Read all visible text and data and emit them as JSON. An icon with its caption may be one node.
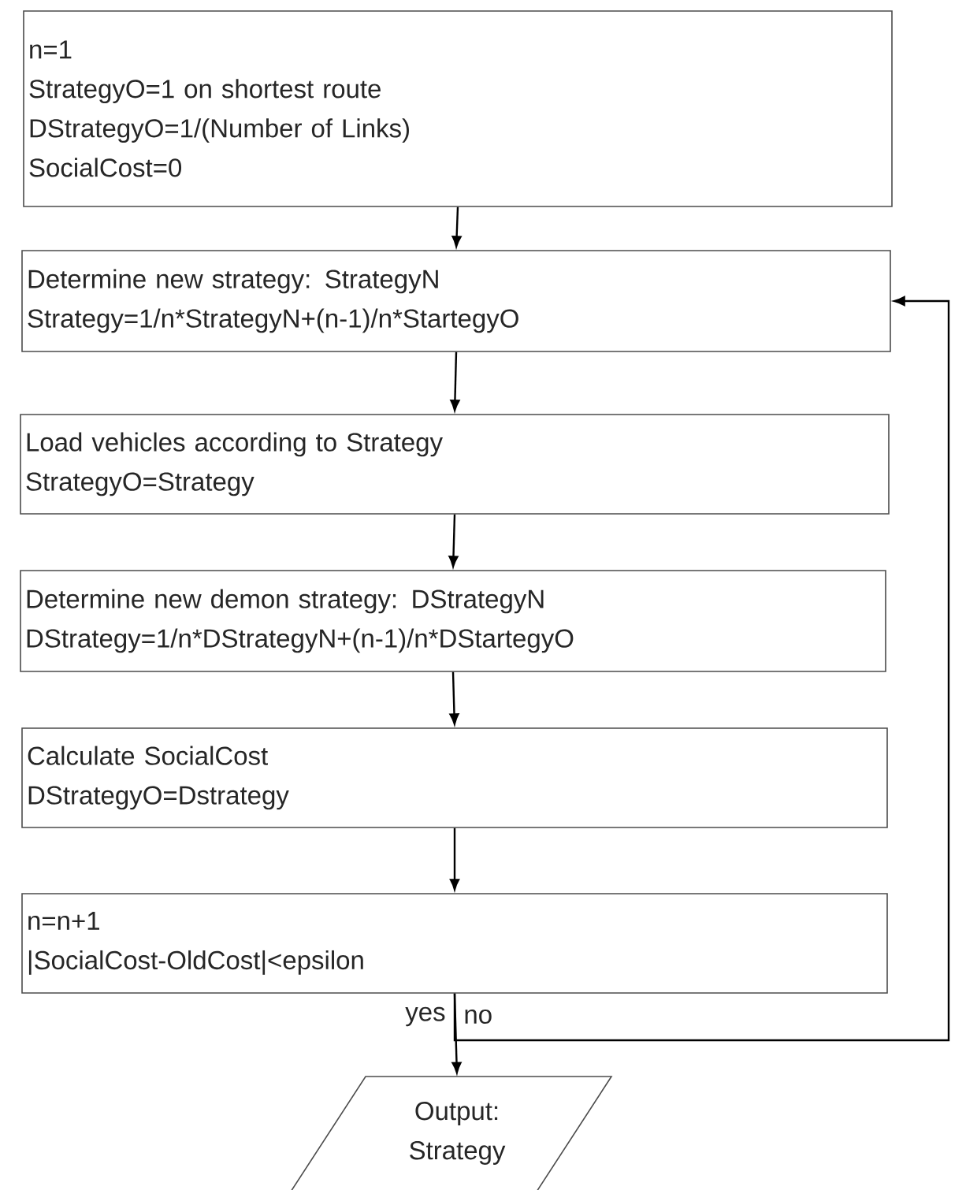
{
  "diagram": {
    "nodes": [
      {
        "text": [
          "n=1",
          "StrategyO=1 on shortest route",
          "DStrategyO=1/(Number of Links)",
          "SocialCost=0"
        ]
      },
      {
        "text": [
          "Determine new strategy: StrategyN",
          "Strategy=1/n*StrategyN+(n-1)/n*StartegyO"
        ]
      },
      {
        "text": [
          "Load vehicles according to Strategy",
          "StrategyO=Strategy"
        ]
      },
      {
        "text": [
          "Determine new demon strategy: DStrategyN",
          "DStrategy=1/n*DStrategyN+(n-1)/n*DStartegyO"
        ]
      },
      {
        "text": [
          "Calculate SocialCost",
          "DStrategyO=Dstrategy"
        ]
      },
      {
        "text": [
          "n=n+1",
          "|SocialCost-OldCost|<epsilon"
        ]
      },
      {
        "text": [
          "Output: Strategy"
        ]
      }
    ],
    "edges": [
      {
        "from": 0,
        "to": 1,
        "arrow": "to"
      },
      {
        "from": 1,
        "to": 2,
        "arrow": "to"
      },
      {
        "from": 2,
        "to": 3,
        "arrow": "to"
      },
      {
        "from": 3,
        "to": 4,
        "arrow": "to"
      },
      {
        "from": 4,
        "to": 5,
        "arrow": "to"
      },
      {
        "from": 5,
        "to": 6,
        "label": "yes",
        "arrow": "to"
      },
      {
        "from": 5,
        "to": 1,
        "label": "no",
        "arrow": "to"
      }
    ]
  }
}
